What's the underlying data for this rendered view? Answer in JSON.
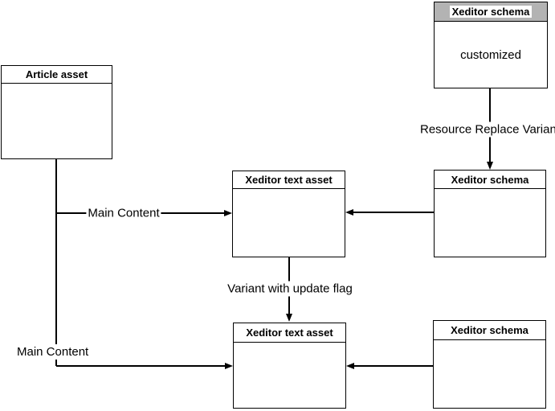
{
  "diagram": {
    "nodes": {
      "article_asset": {
        "title": "Article asset"
      },
      "schema_customized": {
        "title": "Xeditor schema",
        "body": "customized",
        "header_fill": "#b3b3b3",
        "title_background": "#ffffff"
      },
      "text_asset_main": {
        "title": "Xeditor text asset"
      },
      "schema_main": {
        "title": "Xeditor schema"
      },
      "text_asset_variant": {
        "title": "Xeditor text asset"
      },
      "schema_variant": {
        "title": "Xeditor schema"
      }
    },
    "edge_labels": {
      "resource_replace_variant": "Resource Replace Variant",
      "main_content_top": "Main Content",
      "main_content_bottom": "Main Content",
      "variant_with_update_flag": "Variant with update flag"
    },
    "colors": {
      "line": "#000000",
      "node_border": "#000000",
      "node_fill": "#ffffff",
      "text": "#000000",
      "gray_header_fill": "#b3b3b3",
      "edge_label_background": "#ffffff"
    }
  }
}
